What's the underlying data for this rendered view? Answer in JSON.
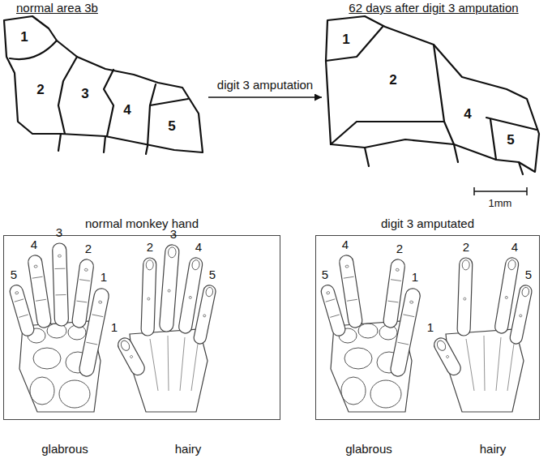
{
  "diagram": {
    "nodes": [
      {
        "text": [
          "normal area 3b"
        ]
      },
      {
        "text": [
          "62 days after digit 3 amputation"
        ]
      },
      {
        "text": [
          "normal monkey hand"
        ]
      },
      {
        "text": [
          "digit 3 amputated"
        ]
      }
    ],
    "edges": [
      {
        "from": 0,
        "to": 1,
        "arrow": "to",
        "label": "digit 3 amputation"
      }
    ],
    "labels": [
      "1",
      "2",
      "3",
      "4",
      "5",
      "1",
      "2",
      "4",
      "5",
      "1mm",
      "5",
      "4",
      "3",
      "2",
      "1",
      "1",
      "2",
      "3",
      "4",
      "5",
      "5",
      "4",
      "2",
      "1",
      "1",
      "2",
      "4",
      "5",
      "glabrous",
      "hairy",
      "glabrous",
      "hairy"
    ]
  }
}
